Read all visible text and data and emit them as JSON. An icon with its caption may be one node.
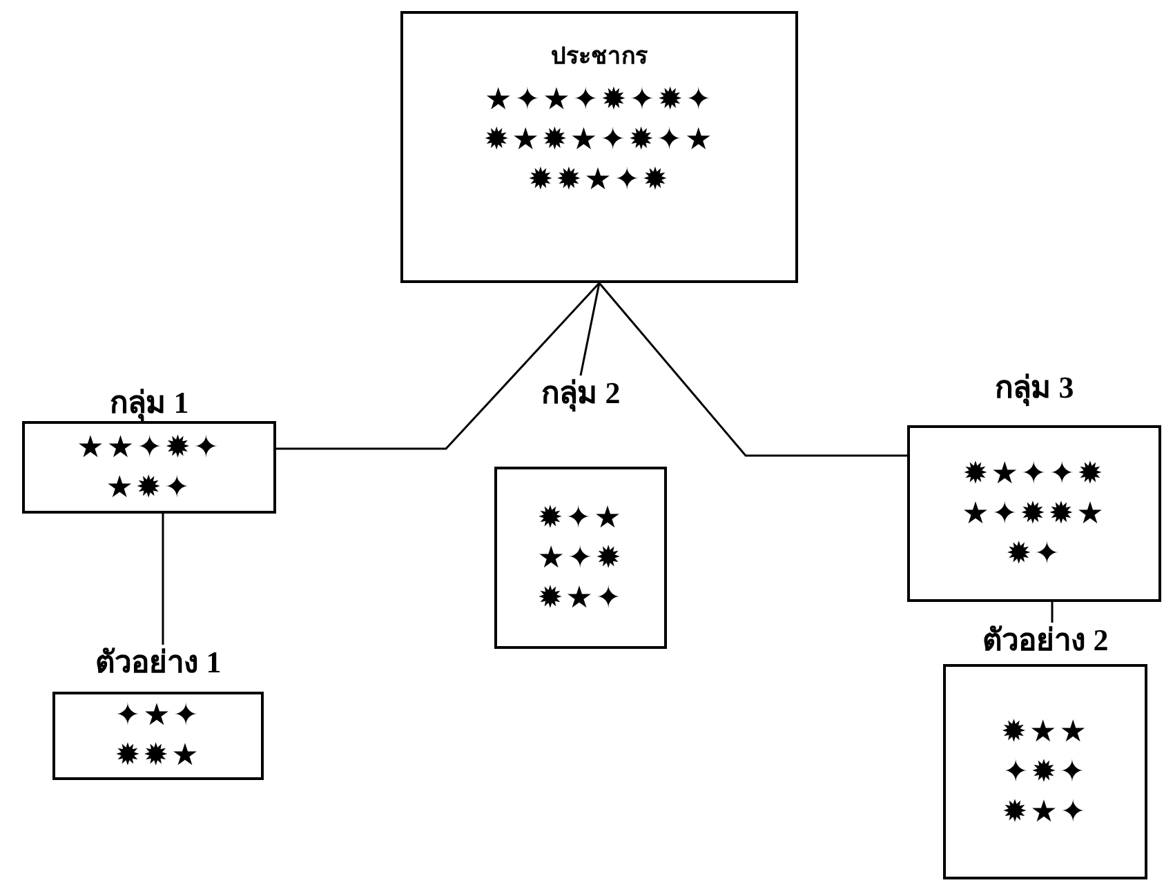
{
  "diagram": {
    "nodes": [
      {
        "text": [
          "ประชากร",
          "★✦★✦✹✦✹✦",
          "✹★✹★✦✹✦★",
          "✹✹★✦✹"
        ]
      },
      {
        "text": [
          "กลุ่ม 1",
          "★★✦✹✦",
          "★✹✦"
        ]
      },
      {
        "text": [
          "กลุ่ม 2",
          "✹✦★",
          "★✦✹",
          "✹★✦"
        ]
      },
      {
        "text": [
          "กลุ่ม 3",
          "✹★✦✦✹",
          "★✦✹✹★",
          "✹✦"
        ]
      },
      {
        "text": [
          "ตัวอย่าง 1",
          "✦★✦",
          "✹✹★"
        ]
      },
      {
        "text": [
          "ตัวอย่าง 2",
          "✹★★",
          "✦✹✦",
          "✹★✦"
        ]
      }
    ],
    "edges": [
      {
        "from": 0,
        "to": 1,
        "arrow": "none"
      },
      {
        "from": 0,
        "to": 2,
        "arrow": "none"
      },
      {
        "from": 0,
        "to": 3,
        "arrow": "none"
      },
      {
        "from": 1,
        "to": 4,
        "arrow": "none"
      },
      {
        "from": 3,
        "to": 5,
        "arrow": "none"
      }
    ]
  }
}
